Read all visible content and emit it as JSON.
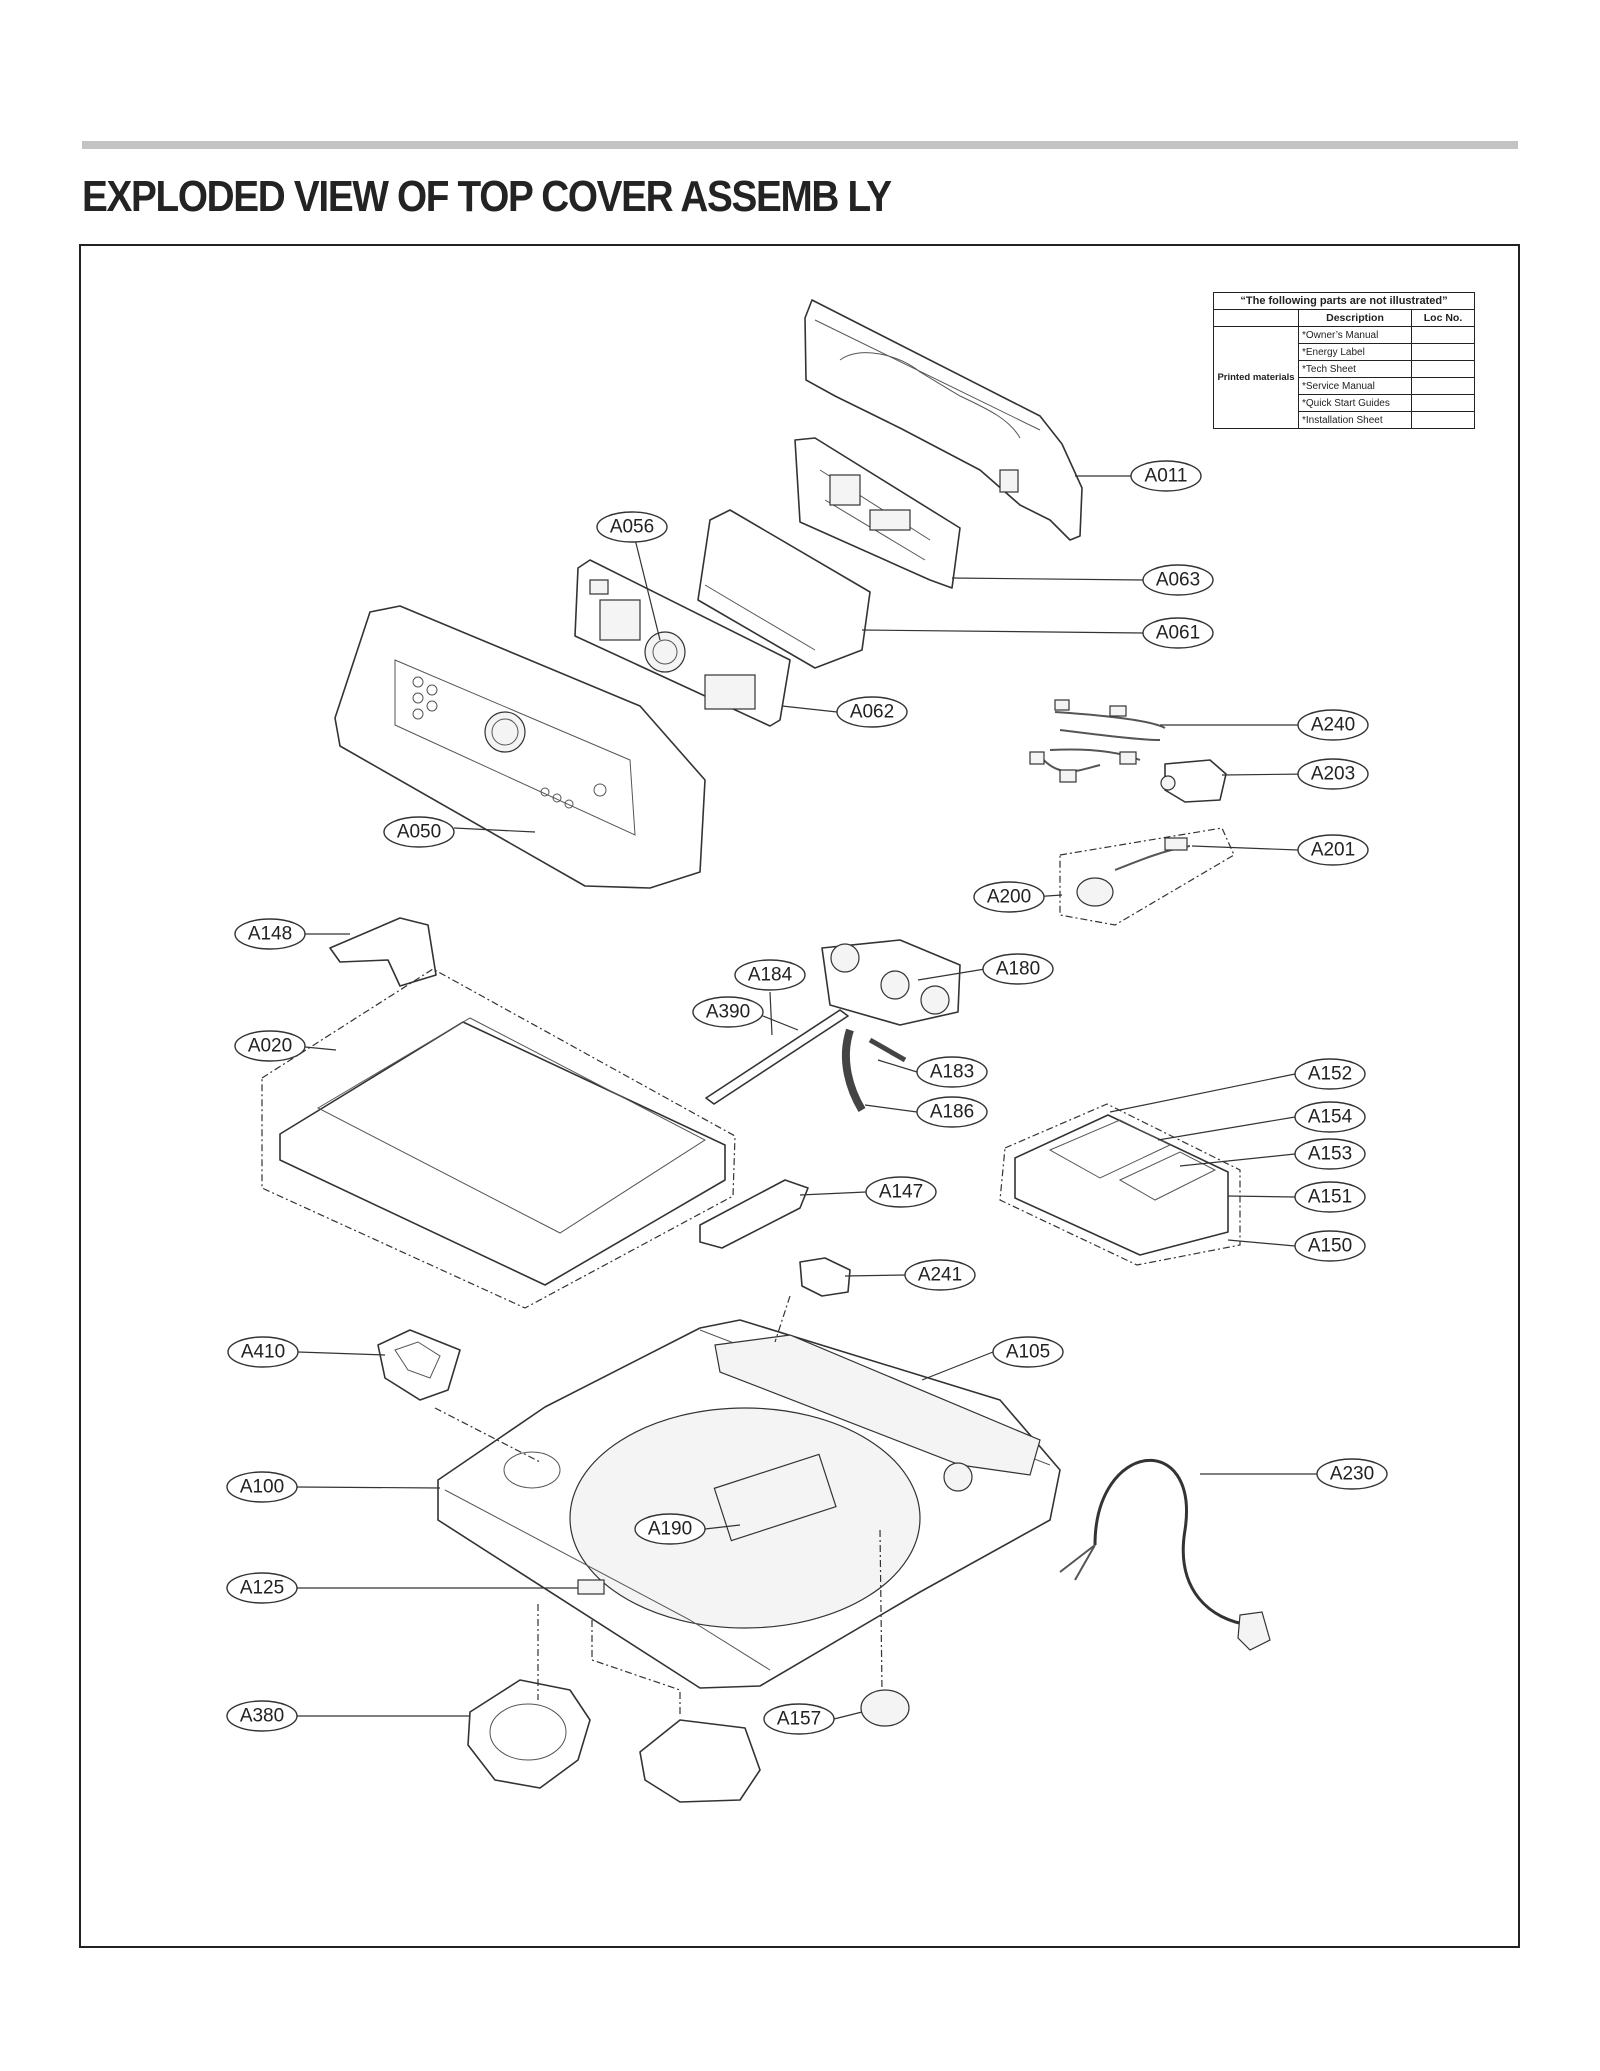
{
  "page": {
    "title": "EXPLODED VIEW OF TOP COVER ASSEMB LY"
  },
  "not_illustrated": {
    "caption": "“The following parts are not illustrated”",
    "header_description": "Description",
    "header_loc": "Loc No.",
    "group": "Printed materials",
    "items": [
      "*Owner’s Manual",
      "*Energy Label",
      "*Tech Sheet",
      "*Service Manual",
      "*Quick Start Guides",
      "*Installation Sheet"
    ]
  },
  "callouts": [
    "A011",
    "A056",
    "A063",
    "A061",
    "A062",
    "A050",
    "A240",
    "A203",
    "A201",
    "A200",
    "A148",
    "A184",
    "A180",
    "A390",
    "A020",
    "A183",
    "A186",
    "A152",
    "A154",
    "A153",
    "A151",
    "A150",
    "A147",
    "A241",
    "A410",
    "A105",
    "A100",
    "A230",
    "A190",
    "A125",
    "A380",
    "A157"
  ]
}
